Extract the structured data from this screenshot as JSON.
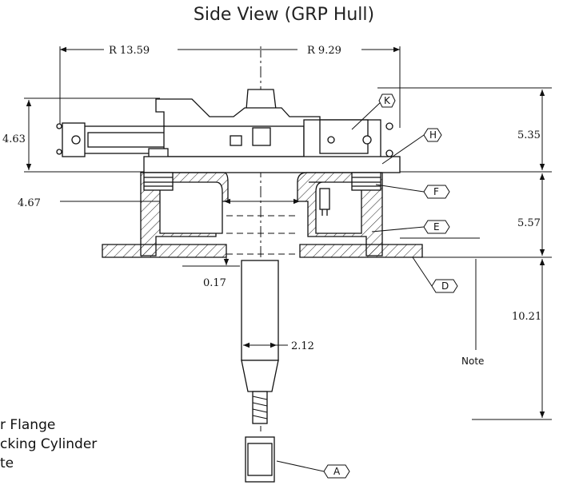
{
  "title": "Side View (GRP Hull)",
  "dimensions": {
    "r_left": "R 13.59",
    "r_right": "R 9.29",
    "h_top_left": "4.63",
    "w_bore": "4.67",
    "h_top_right": "5.35",
    "h_mid_right": "5.57",
    "h_bottom_right": "10.21",
    "gap": "0.17",
    "shaft_dia": "2.12"
  },
  "note_label": "Note",
  "callouts": {
    "a": "A",
    "d": "D",
    "e": "E",
    "f": "F",
    "h": "H",
    "k": "K"
  },
  "legend": {
    "line1": "r Flange",
    "line2": "cking Cylinder",
    "line3": "te"
  },
  "colors": {
    "ink": "#111111",
    "hatch": "#222222",
    "paper": "#ffffff"
  }
}
